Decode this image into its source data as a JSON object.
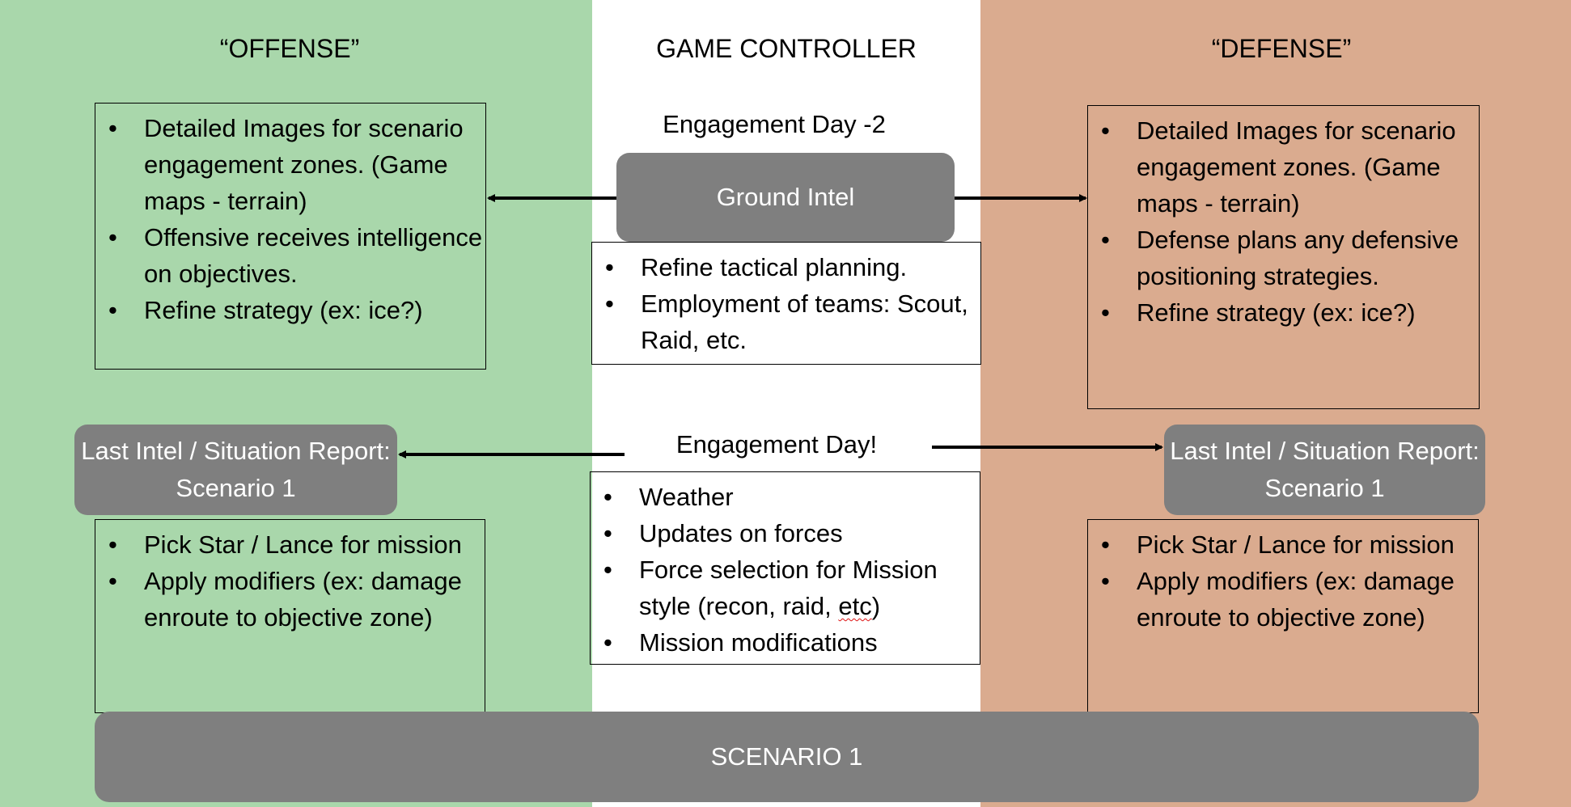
{
  "columns": {
    "offense": {
      "title": "“OFFENSE”",
      "color": "#a9d7ab"
    },
    "controller": {
      "title": "GAME CONTROLLER",
      "color": "#ffffff"
    },
    "defense": {
      "title": "“DEFENSE”",
      "color": "#daab8f"
    }
  },
  "day_minus2": {
    "label": "Engagement Day -2",
    "pill": "Ground Intel",
    "controller_items": [
      "Refine tactical planning.",
      "Employment of teams: Scout, Raid, etc."
    ],
    "offense_items": [
      "Detailed Images for scenario engagement zones. (Game maps - terrain)",
      "Offensive receives intelligence on objectives.",
      "Refine strategy (ex: ice?)"
    ],
    "defense_items": [
      "Detailed Images for scenario engagement zones. (Game maps - terrain)",
      "Defense plans any defensive positioning strategies.",
      "Refine strategy (ex: ice?)"
    ]
  },
  "engagement_day": {
    "label": "Engagement Day!",
    "controller_items": [
      "Weather",
      "Updates on forces",
      "Force selection for Mission style (recon, raid, etc)",
      "Mission modifications"
    ],
    "offense_pill": "Last Intel / Situation Report: Scenario 1",
    "defense_pill": "Last Intel / Situation Report: Scenario 1",
    "offense_items": [
      "Pick Star / Lance for mission",
      "Apply modifiers (ex: damage enroute to objective zone)"
    ],
    "defense_items": [
      "Pick Star / Lance for mission",
      "Apply modifiers (ex: damage enroute to objective zone)"
    ]
  },
  "scenario": {
    "label": "SCENARIO 1"
  }
}
